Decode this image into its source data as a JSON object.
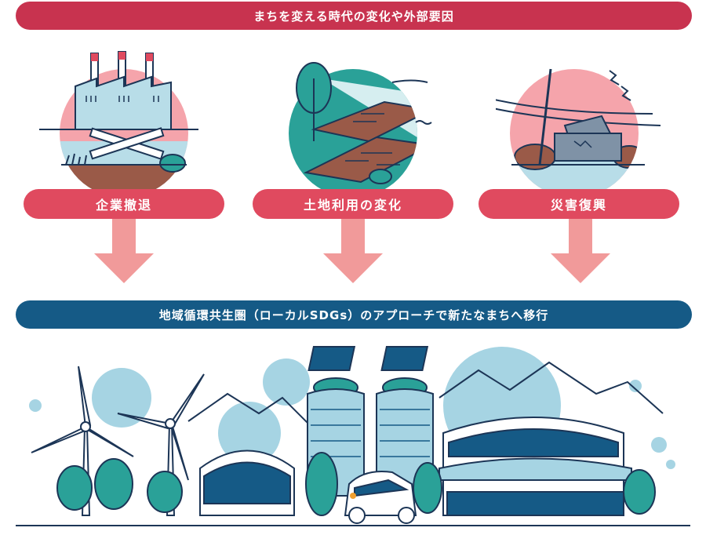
{
  "top_banner": {
    "text": "まちを変える時代の変化や外部要因"
  },
  "factors": [
    {
      "label": "企業撤退",
      "icon": "factory-demolition-icon"
    },
    {
      "label": "土地利用の変化",
      "icon": "farmland-change-icon"
    },
    {
      "label": "災害復興",
      "icon": "disaster-recovery-icon"
    }
  ],
  "bottom_banner": {
    "text": "地域循環共生圏（ローカルSDGs）のアプローチで新たなまちへ移行"
  },
  "city_illustration": {
    "icon": "sustainable-city-icon"
  },
  "colors": {
    "top_banner": "#c8334f",
    "pill": "#e04a5f",
    "arrow": "#f19a9a",
    "bottom_banner": "#155a86",
    "line": "#1c3556",
    "teal": "#2aa198",
    "sky": "#a6d4e3",
    "pink": "#f5a4ab",
    "brown": "#9a5a48"
  }
}
